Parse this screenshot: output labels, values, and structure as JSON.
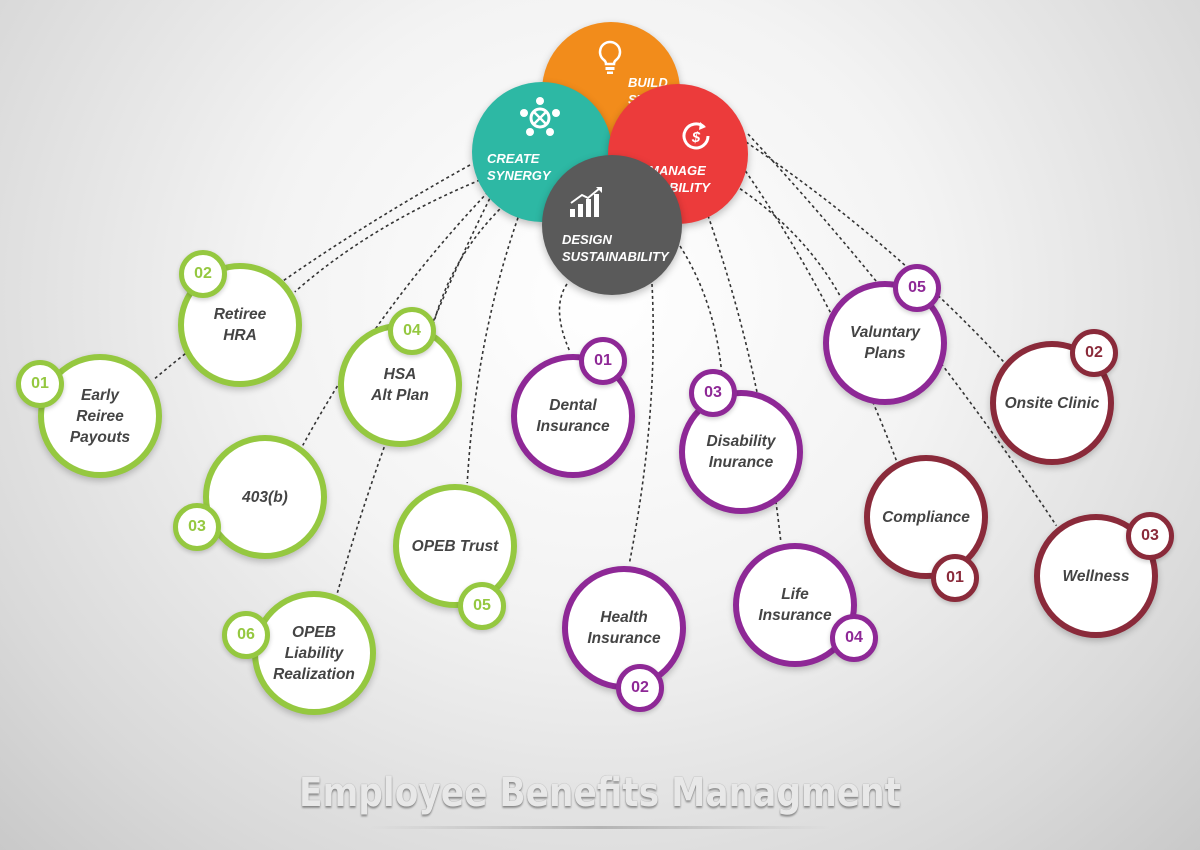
{
  "title": "Employee Benefits Managment",
  "colors": {
    "green": "#95c840",
    "purple": "#8e2896",
    "maroon": "#8a2a3a",
    "orange": "#f28c1b",
    "red": "#ec3b3b",
    "teal": "#2db8a4",
    "gray": "#5a5a5a"
  },
  "center": [
    {
      "key": "strategy",
      "lines": [
        "BUILD",
        "STRATEGY"
      ],
      "icon": "lightbulb-icon",
      "color": "#f28c1b"
    },
    {
      "key": "synergy",
      "lines": [
        "CREATE",
        "SYNERGY"
      ],
      "icon": "team-synergy-icon",
      "color": "#2db8a4"
    },
    {
      "key": "liability",
      "lines": [
        "MANAGE",
        "LIABILITY"
      ],
      "icon": "dollar-cycle-icon",
      "color": "#ec3b3b"
    },
    {
      "key": "sustainability",
      "lines": [
        "DESIGN",
        "SUSTAINABILITY"
      ],
      "icon": "growth-chart-icon",
      "color": "#5a5a5a"
    }
  ],
  "bubbles": [
    {
      "label": "Early\nReiree\nPayouts",
      "num": "01",
      "group": "green"
    },
    {
      "label": "Retiree\nHRA",
      "num": "02",
      "group": "green"
    },
    {
      "label": "403(b)",
      "num": "03",
      "group": "green"
    },
    {
      "label": "HSA\nAlt Plan",
      "num": "04",
      "group": "green"
    },
    {
      "label": "OPEB Trust",
      "num": "05",
      "group": "green"
    },
    {
      "label": "OPEB\nLiability\nRealization",
      "num": "06",
      "group": "green"
    },
    {
      "label": "Dental\nInsurance",
      "num": "01",
      "group": "purple"
    },
    {
      "label": "Health\nInsurance",
      "num": "02",
      "group": "purple"
    },
    {
      "label": "Disability\nInurance",
      "num": "03",
      "group": "purple"
    },
    {
      "label": "Life\nInsurance",
      "num": "04",
      "group": "purple"
    },
    {
      "label": "Valuntary\nPlans",
      "num": "05",
      "group": "purple"
    },
    {
      "label": "Compliance",
      "num": "01",
      "group": "maroon"
    },
    {
      "label": "Onsite Clinic",
      "num": "02",
      "group": "maroon"
    },
    {
      "label": "Wellness",
      "num": "03",
      "group": "maroon"
    }
  ]
}
